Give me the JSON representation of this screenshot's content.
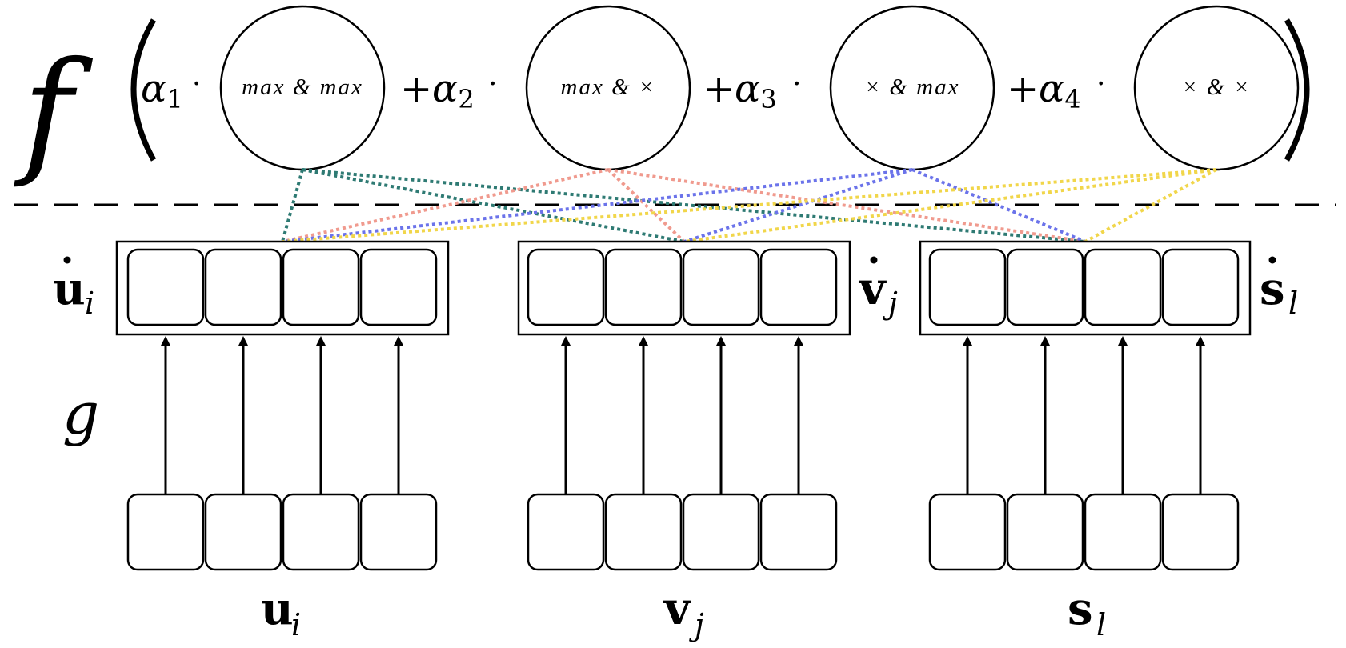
{
  "formula": {
    "f": "f",
    "terms": [
      {
        "coef_sym": "α",
        "coef_sub": "1",
        "prefix": "",
        "label": "max & max",
        "color": "#2e7a73"
      },
      {
        "coef_sym": "α",
        "coef_sub": "2",
        "prefix": "+",
        "label": "max & ×",
        "color": "#f09a8e"
      },
      {
        "coef_sym": "α",
        "coef_sub": "3",
        "prefix": "+",
        "label": "× & max",
        "color": "#6b73ea"
      },
      {
        "coef_sym": "α",
        "coef_sub": "4",
        "prefix": "+",
        "label": "× & ×",
        "color": "#f1d64a"
      }
    ],
    "dot": "·"
  },
  "g_label": "g",
  "groups": [
    {
      "transformed_base": "u",
      "transformed_sub": "i",
      "input_base": "u",
      "input_sub": "i"
    },
    {
      "transformed_base": "v",
      "transformed_sub": "j",
      "input_base": "v",
      "input_sub": "j"
    },
    {
      "transformed_base": "s",
      "transformed_sub": "l",
      "input_base": "s",
      "input_sub": "l"
    }
  ]
}
